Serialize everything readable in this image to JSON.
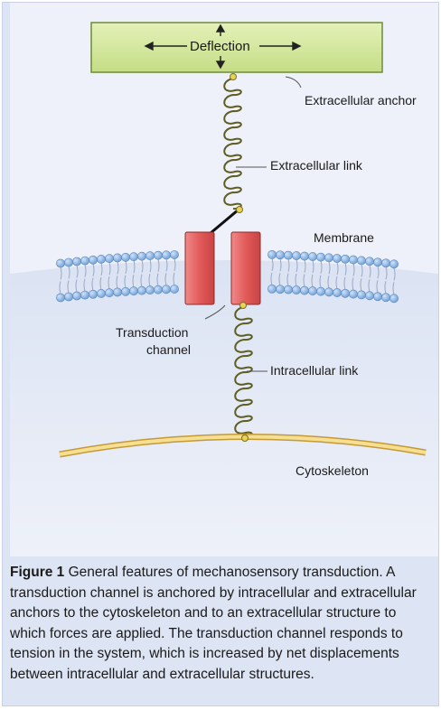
{
  "labels": {
    "deflection": "Deflection",
    "extracellular_anchor": "Extracellular anchor",
    "extracellular_link": "Extracellular link",
    "membrane": "Membrane",
    "transduction_channel_line1": "Transduction",
    "transduction_channel_line2": "channel",
    "intracellular_link": "Intracellular link",
    "cytoskeleton": "Cytoskeleton"
  },
  "caption": {
    "figure_label": "Figure 1",
    "text": " General features of mechanosensory transduction. A transduction channel is anchored by intracellular and extracellular anchors to the cytoskeleton and to an extracellular structure to which forces are applied. The transduction channel responds to tension in the system, which is increased by net displacements between intracellular and extracellular structures."
  },
  "colors": {
    "anchor_fill": "#d6e9a4",
    "channel_fill": "#e06a6a",
    "lipid_head": "#8fb8e6",
    "cytoskeleton": "#f0d27a",
    "spring": "#6b6a2a"
  }
}
